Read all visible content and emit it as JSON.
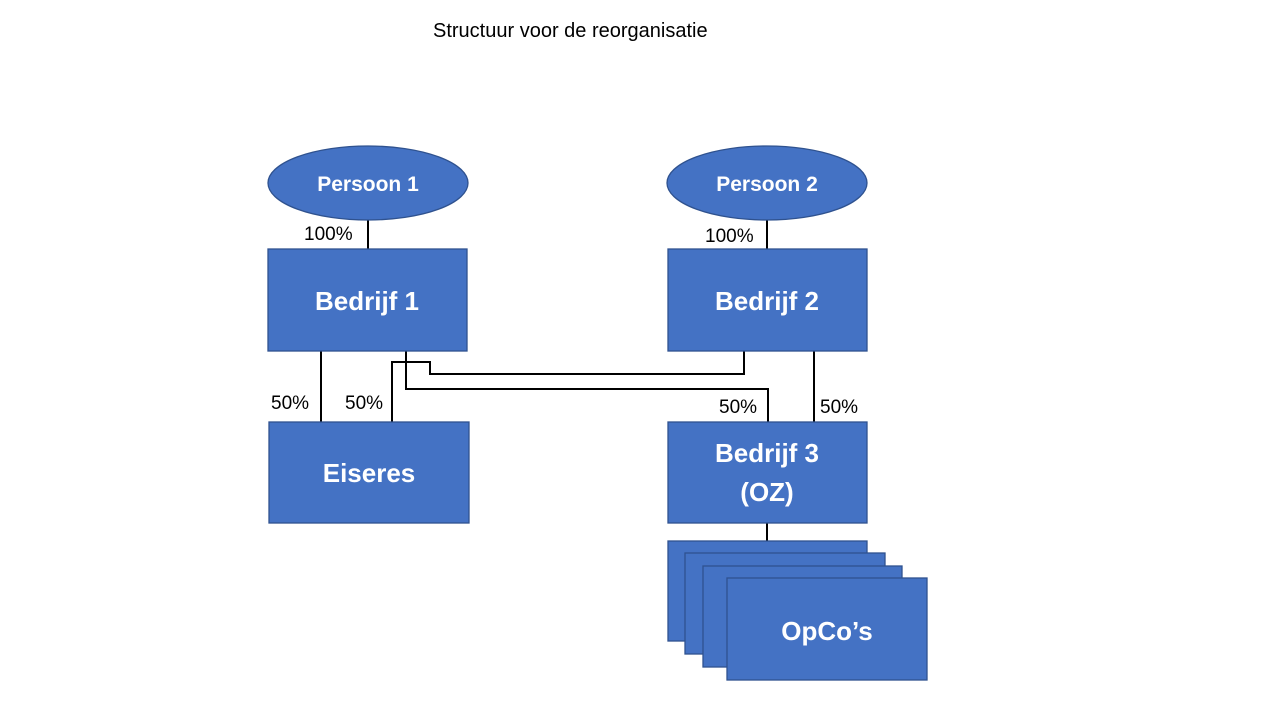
{
  "title": "Structuur voor de reorganisatie",
  "colors": {
    "node_fill": "#4472C4",
    "node_border": "#2F528F",
    "line": "#000000"
  },
  "nodes": {
    "persoon1": "Persoon 1",
    "persoon2": "Persoon 2",
    "bedrijf1": "Bedrijf 1",
    "bedrijf2": "Bedrijf 2",
    "eiseres": "Eiseres",
    "bedrijf3_line1": "Bedrijf 3",
    "bedrijf3_line2": "(OZ)",
    "opcos": "OpCo’s"
  },
  "edges": {
    "persoon1_bedrijf1": "100%",
    "persoon2_bedrijf2": "100%",
    "bedrijf1_eiseres": "50%",
    "bedrijf2_eiseres": "50%",
    "bedrijf1_bedrijf3": "50%",
    "bedrijf2_bedrijf3": "50%"
  }
}
